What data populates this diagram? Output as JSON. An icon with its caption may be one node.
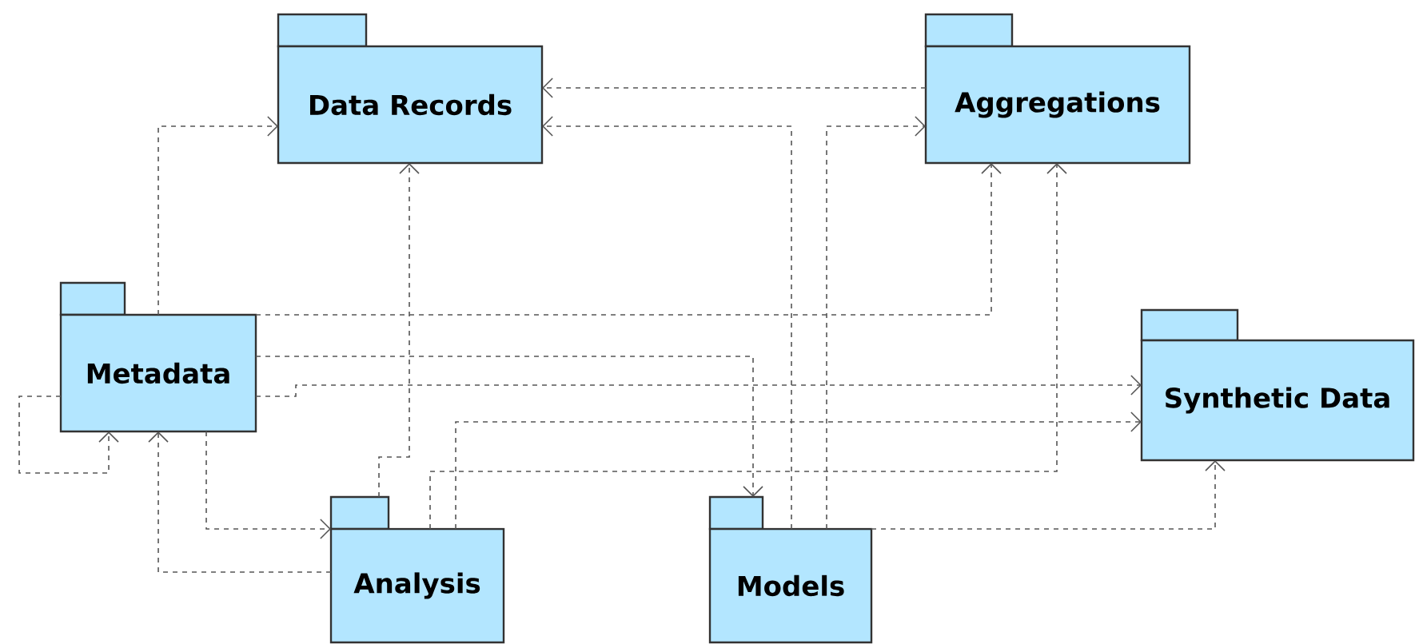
{
  "diagram": {
    "nodes": [
      {
        "text": [
          "Data Records"
        ]
      },
      {
        "text": [
          "Aggregations"
        ]
      },
      {
        "text": [
          "Metadata"
        ]
      },
      {
        "text": [
          "Synthetic Data"
        ]
      },
      {
        "text": [
          "Analysis"
        ]
      },
      {
        "text": [
          "Models"
        ]
      }
    ],
    "edges": [
      {
        "from": 2,
        "to": 0,
        "arrow": "to"
      },
      {
        "from": 1,
        "to": 0,
        "arrow": "to"
      },
      {
        "from": 5,
        "to": 0,
        "arrow": "to"
      },
      {
        "from": 5,
        "to": 1,
        "arrow": "to"
      },
      {
        "from": 2,
        "to": 1,
        "arrow": "to"
      },
      {
        "from": 4,
        "to": 1,
        "arrow": "to"
      },
      {
        "from": 4,
        "to": 0,
        "arrow": "to"
      },
      {
        "from": 2,
        "to": 5,
        "arrow": "to"
      },
      {
        "from": 2,
        "to": 3,
        "arrow": "to"
      },
      {
        "from": 4,
        "to": 3,
        "arrow": "to"
      },
      {
        "from": 5,
        "to": 3,
        "arrow": "to"
      },
      {
        "from": 2,
        "to": 2,
        "arrow": "to"
      },
      {
        "from": 2,
        "to": 4,
        "arrow": "to"
      },
      {
        "from": 4,
        "to": 2,
        "arrow": "to"
      }
    ]
  }
}
